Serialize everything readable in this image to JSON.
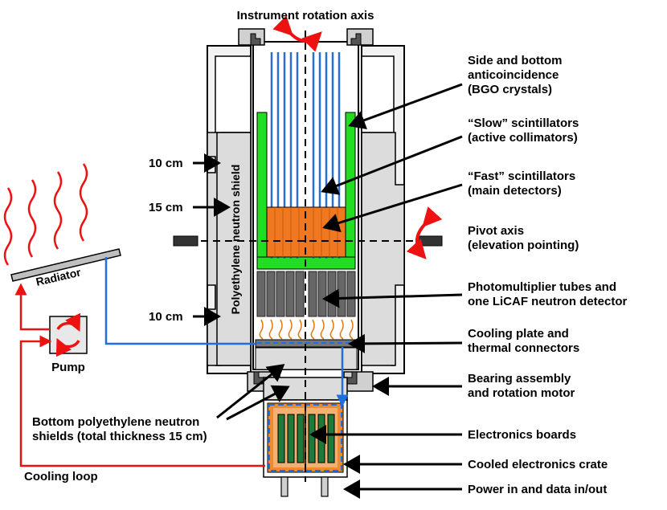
{
  "title": "Instrument rotation axis",
  "callouts": {
    "bgo_line1": "Side and bottom",
    "bgo_line2": "anticoincidence",
    "bgo_line3": "(BGO crystals)",
    "slow_line1": "“Slow” scintillators",
    "slow_line2": "(active collimators)",
    "fast_line1": "“Fast” scintillators",
    "fast_line2": "(main detectors)",
    "pivot_line1": "Pivot axis",
    "pivot_line2": "(elevation pointing)",
    "pmt_line1": "Photomultiplier tubes and",
    "pmt_line2": "one LiCAF neutron detector",
    "cooling_line1": "Cooling plate and",
    "cooling_line2": "thermal connectors",
    "bearing_line1": "Bearing assembly",
    "bearing_line2": "and rotation motor",
    "electronics": "Electronics boards",
    "crate": "Cooled electronics crate",
    "power": "Power in and data in/out"
  },
  "thickness": {
    "top": "10 cm",
    "middle": "15 cm",
    "bottom": "10 cm"
  },
  "shield_label": "Polyethylene neutron shield",
  "bottom_shields_line1": "Bottom polyethylene neutron",
  "bottom_shields_line2": "shields (total thickness 15 cm)",
  "radiator": "Radiator",
  "pump": "Pump",
  "cooling_loop": "Cooling loop",
  "colors": {
    "bgo": "#22dd22",
    "fast": "#f07820",
    "slow": "#2a6fd6",
    "coolant_hot": "#ee1111",
    "coolant_cold": "#1f6fe0",
    "shield": "#d9d9d9",
    "crate": "#f08a30",
    "board": "#1e7a3a"
  }
}
